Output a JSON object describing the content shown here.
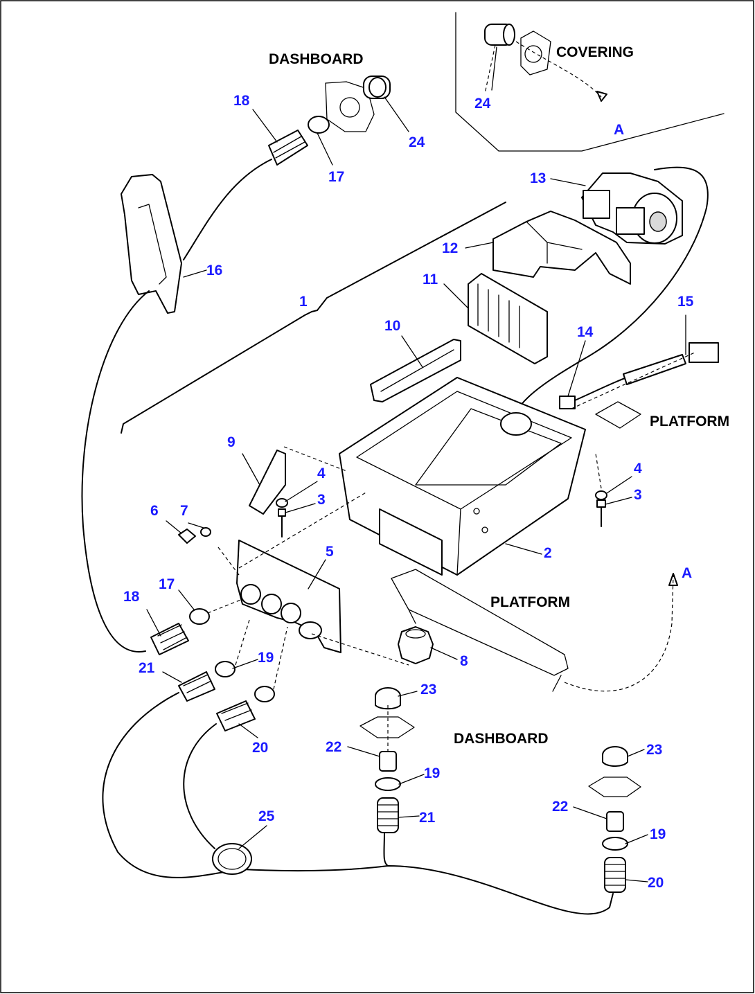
{
  "labels": {
    "dashboard_top": "DASHBOARD",
    "covering": "COVERING",
    "platform_right": "PLATFORM",
    "platform_mid": "PLATFORM",
    "dashboard_bottom": "DASHBOARD",
    "arrow_a_top": "A",
    "arrow_a_right": "A"
  },
  "callouts": {
    "c1": "1",
    "c2": "2",
    "c3a": "3",
    "c3b": "3",
    "c4a": "4",
    "c4b": "4",
    "c5": "5",
    "c6": "6",
    "c7": "7",
    "c8": "8",
    "c9": "9",
    "c10": "10",
    "c11": "11",
    "c12": "12",
    "c13": "13",
    "c14": "14",
    "c15": "15",
    "c16": "16",
    "c17a": "17",
    "c17b": "17",
    "c18a": "18",
    "c18b": "18",
    "c19a": "19",
    "c19b": "19",
    "c19c": "19",
    "c20a": "20",
    "c20b": "20",
    "c21a": "21",
    "c21b": "21",
    "c22a": "22",
    "c22b": "22",
    "c23a": "23",
    "c23b": "23",
    "c24a": "24",
    "c24b": "24",
    "c25": "25"
  },
  "colors": {
    "callout": "#1a1aff",
    "label": "#000000",
    "line": "#000000"
  }
}
